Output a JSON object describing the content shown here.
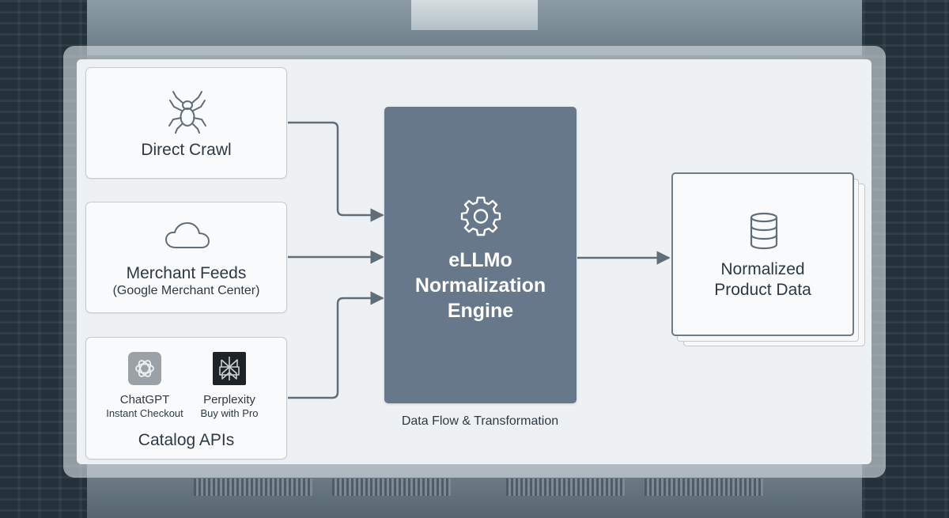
{
  "sources": {
    "direct_crawl": {
      "title": "Direct Crawl",
      "icon": "spider-icon"
    },
    "merchant_feeds": {
      "title": "Merchant Feeds",
      "subtitle": "(Google Merchant Center)",
      "icon": "cloud-icon"
    },
    "catalog_apis": {
      "title": "Catalog APIs",
      "providers": [
        {
          "name": "ChatGPT",
          "note": "Instant Checkout",
          "icon": "chatgpt-logo-icon"
        },
        {
          "name": "Perplexity",
          "note": "Buy with Pro",
          "icon": "perplexity-logo-icon"
        }
      ]
    }
  },
  "engine": {
    "title_lines": [
      "eLLMo",
      "Normalization",
      "Engine"
    ],
    "icon": "gear-icon",
    "caption": "Data Flow & Transformation"
  },
  "output": {
    "title_lines": [
      "Normalized",
      "Product Data"
    ],
    "icon": "database-icon"
  },
  "colors": {
    "engine_fill": "#67788a",
    "connector": "#5f6e79",
    "text": "#2d3a44",
    "card_border": "#c3cad0",
    "icon_stroke": "#5f6e79"
  }
}
